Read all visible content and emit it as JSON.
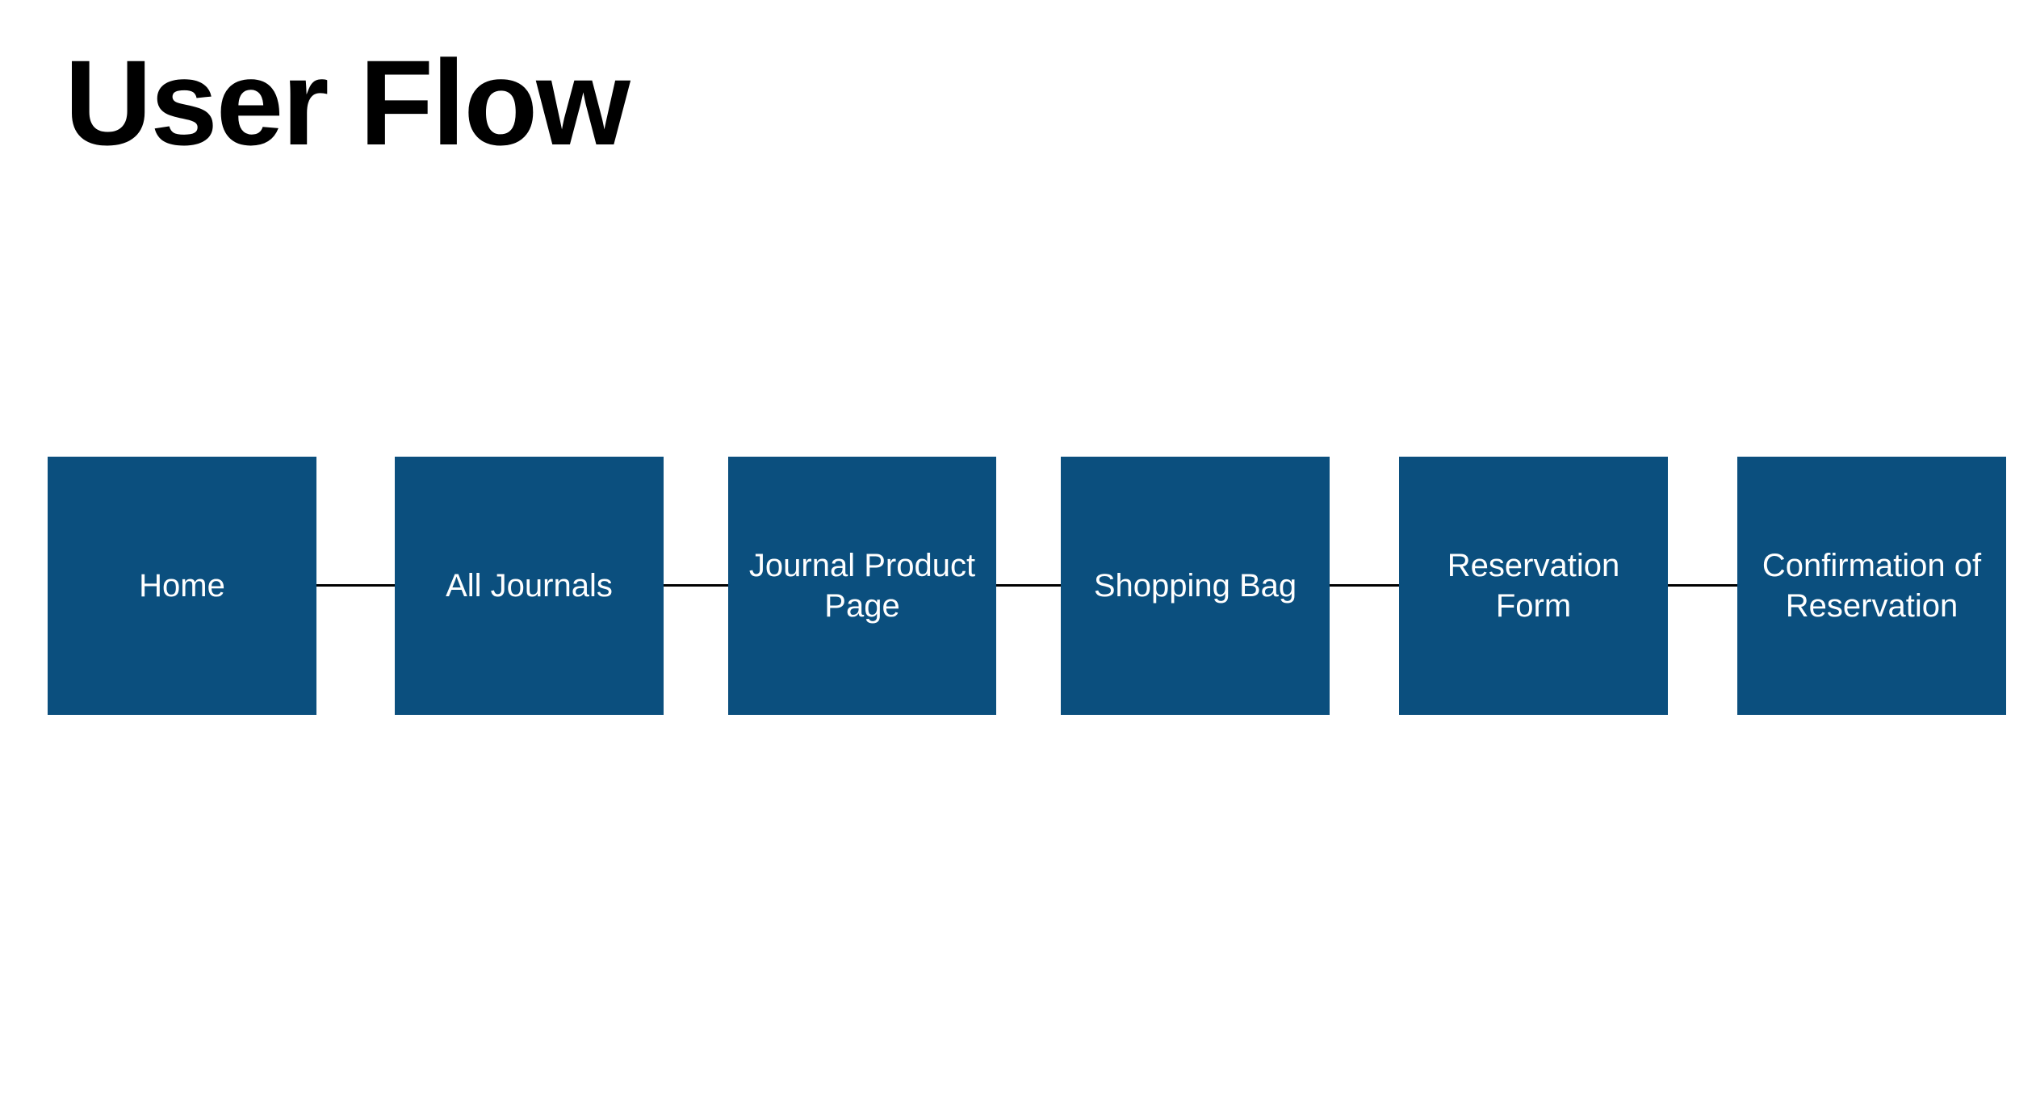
{
  "page": {
    "title": "User Flow"
  },
  "colors": {
    "node_fill": "#0b4f7e",
    "node_text": "#ffffff",
    "connector": "#000000",
    "title": "#000000",
    "background": "#ffffff"
  },
  "flow": {
    "nodes": [
      {
        "label": "Home"
      },
      {
        "label": "All Journals"
      },
      {
        "label": "Journal Product\nPage"
      },
      {
        "label": "Shopping Bag"
      },
      {
        "label": "Reservation\nForm"
      },
      {
        "label": "Confirmation of\nReservation"
      }
    ]
  }
}
